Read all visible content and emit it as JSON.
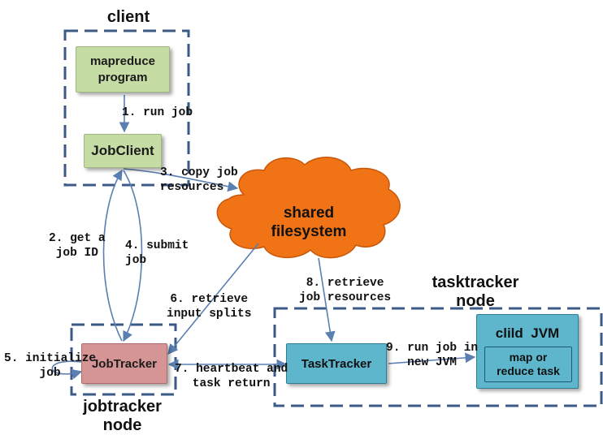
{
  "regions": {
    "client": "client",
    "tasktracker_node": "tasktracker\nnode",
    "jobtracker_node": "jobtracker\nnode"
  },
  "boxes": {
    "mapreduce_program": "mapreduce\nprogram",
    "job_client": "JobClient",
    "job_tracker": "JobTracker",
    "task_tracker": "TaskTracker",
    "child_jvm": "clild  JVM",
    "map_reduce_task": "map  or\nreduce  task"
  },
  "cloud": {
    "label": "shared\nfilesystem"
  },
  "steps": {
    "s1": "1. run  job",
    "s2": "2. get  a\njob  ID",
    "s3": "3. copy  job\nresources",
    "s4": "4. submit\njob",
    "s5": "5. initialize\njob",
    "s6": "6. retrieve\ninput  splits",
    "s7": "7. heartbeat  and\ntask  return",
    "s8": "8. retrieve\njob  resources",
    "s9": "9. run  job  in\nnew  JVM"
  },
  "colors": {
    "green_box": "#c6dca5",
    "red_box": "#d69595",
    "blue_box": "#5eb6cd",
    "cloud": "#f07415",
    "dashed_border": "#3b5a86",
    "arrow": "#5a7fb0"
  }
}
